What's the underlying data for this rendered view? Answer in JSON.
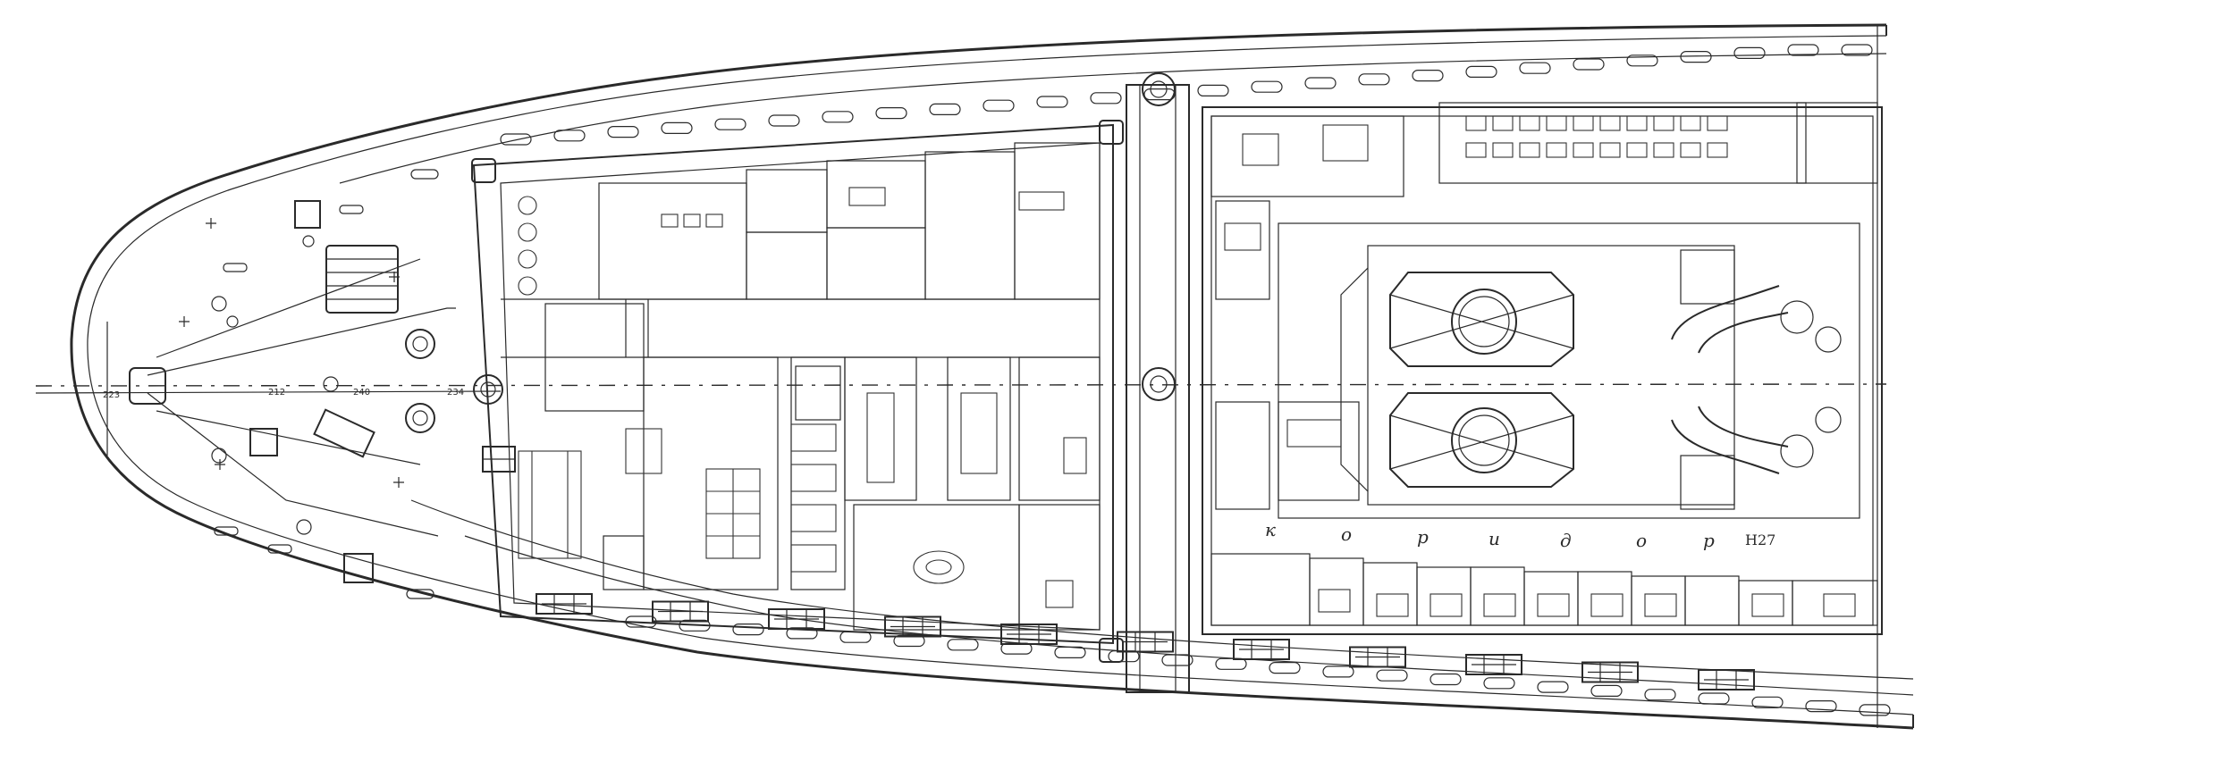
{
  "drawing": {
    "corridor_letters": [
      "к",
      "о",
      "р",
      "и",
      "д",
      "о",
      "р"
    ],
    "room_code": "Н27",
    "frame_numbers": [
      "223",
      "212",
      "240",
      "234"
    ]
  },
  "colors": {
    "ink": "#2a2a2a",
    "paper": "#ffffff"
  }
}
